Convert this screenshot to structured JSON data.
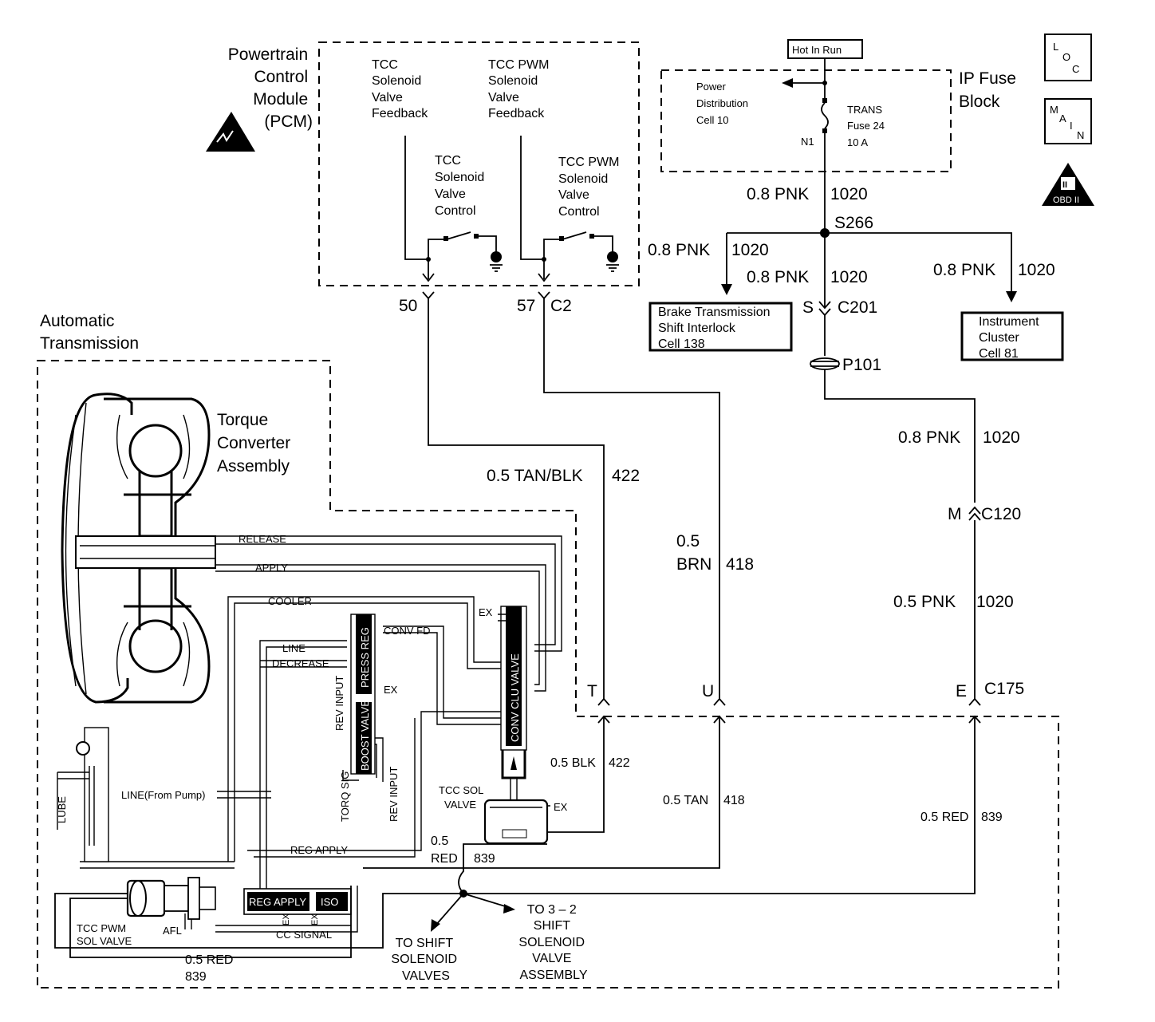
{
  "pcm": {
    "title": [
      "Powertrain",
      "Control",
      "Module",
      "(PCM)"
    ],
    "tcc_feedback": [
      "TCC",
      "Solenoid",
      "Valve",
      "Feedback"
    ],
    "tcc_pwm_feedback": [
      "TCC PWM",
      "Solenoid",
      "Valve",
      "Feedback"
    ],
    "tcc_control": [
      "TCC",
      "Solenoid",
      "Valve",
      "Control"
    ],
    "tcc_pwm_control": [
      "TCC PWM",
      "Solenoid",
      "Valve",
      "Control"
    ],
    "pin_50": "50",
    "pin_57": "57",
    "conn_c2": "C2"
  },
  "fuse_block": {
    "hot_label": "Hot In Run",
    "title": [
      "IP Fuse",
      "Block"
    ],
    "power_dist": [
      "Power",
      "Distribution",
      "Cell 10"
    ],
    "fuse": [
      "TRANS",
      "Fuse 24",
      "10 A"
    ],
    "terminal": "N1"
  },
  "icons": {
    "loc": [
      "L",
      "O",
      "C"
    ],
    "main": [
      "M",
      "A",
      "I",
      "N"
    ],
    "obd": [
      "II",
      "OBD II"
    ]
  },
  "wires": {
    "pnk_fuse": [
      "0.8 PNK",
      "1020"
    ],
    "splice": "S266",
    "pnk_left": [
      "0.8 PNK",
      "1020"
    ],
    "pnk_mid": [
      "0.8 PNK",
      "1020"
    ],
    "pnk_right": [
      "0.8 PNK",
      "1020"
    ],
    "c201_s": "S",
    "c201": "C201",
    "p101": "P101",
    "pnk_lower": [
      "0.8 PNK",
      "1020"
    ],
    "c120_m": "M",
    "c120": "C120",
    "pnk_05": [
      "0.5 PNK",
      "1020"
    ],
    "tanblk": [
      "0.5 TAN/BLK",
      "422"
    ],
    "brn": [
      "0.5",
      "BRN",
      "418"
    ],
    "c175_t": "T",
    "c175_u": "U",
    "c175_e": "E",
    "c175": "C175",
    "blk_422": [
      "0.5 BLK",
      "422"
    ],
    "tan_418": [
      "0.5 TAN",
      "418"
    ],
    "red_839_right": [
      "0.5 RED",
      "839"
    ],
    "red_839_mid": [
      "0.5",
      "RED",
      "839"
    ],
    "red_839_bottom": [
      "0.5 RED",
      "839"
    ]
  },
  "destinations": {
    "brake": [
      "Brake Transmission",
      "Shift Interlock",
      "Cell 138"
    ],
    "cluster": [
      "Instrument",
      "Cluster",
      "Cell 81"
    ],
    "shift_solenoid": [
      "TO SHIFT",
      "SOLENOID",
      "VALVES"
    ],
    "to_32": [
      "TO 3 – 2",
      "SHIFT",
      "SOLENOID",
      "VALVE",
      "ASSEMBLY"
    ]
  },
  "transmission": {
    "title": [
      "Automatic",
      "Transmission"
    ],
    "torque_converter": [
      "Torque",
      "Converter",
      "Assembly"
    ],
    "release": "RELEASE",
    "apply": "APPLY",
    "cooler": "COOLER",
    "line": "LINE",
    "decrease": "DECREASE",
    "conv_fd": "CONV FD",
    "ex": "EX",
    "press_reg": "PRESS REG",
    "boost_valve": "BOOST VALVE",
    "conv_clu_valve": "CONV CLU VALVE",
    "rev_input": "REV INPUT",
    "torq_sig": "TORQ SIG",
    "line_from_pump": "LINE(From Pump)",
    "lube": "LUBE",
    "reg_apply": "REG APPLY",
    "reg_apply_valve": "REG APPLY",
    "iso": "ISO",
    "cc_signal": "CC SIGNAL",
    "afl": "AFL",
    "tcc_pwm_sol": [
      "TCC PWM",
      "SOL VALVE"
    ],
    "tcc_sol_valve": [
      "TCC SOL",
      "VALVE"
    ]
  }
}
